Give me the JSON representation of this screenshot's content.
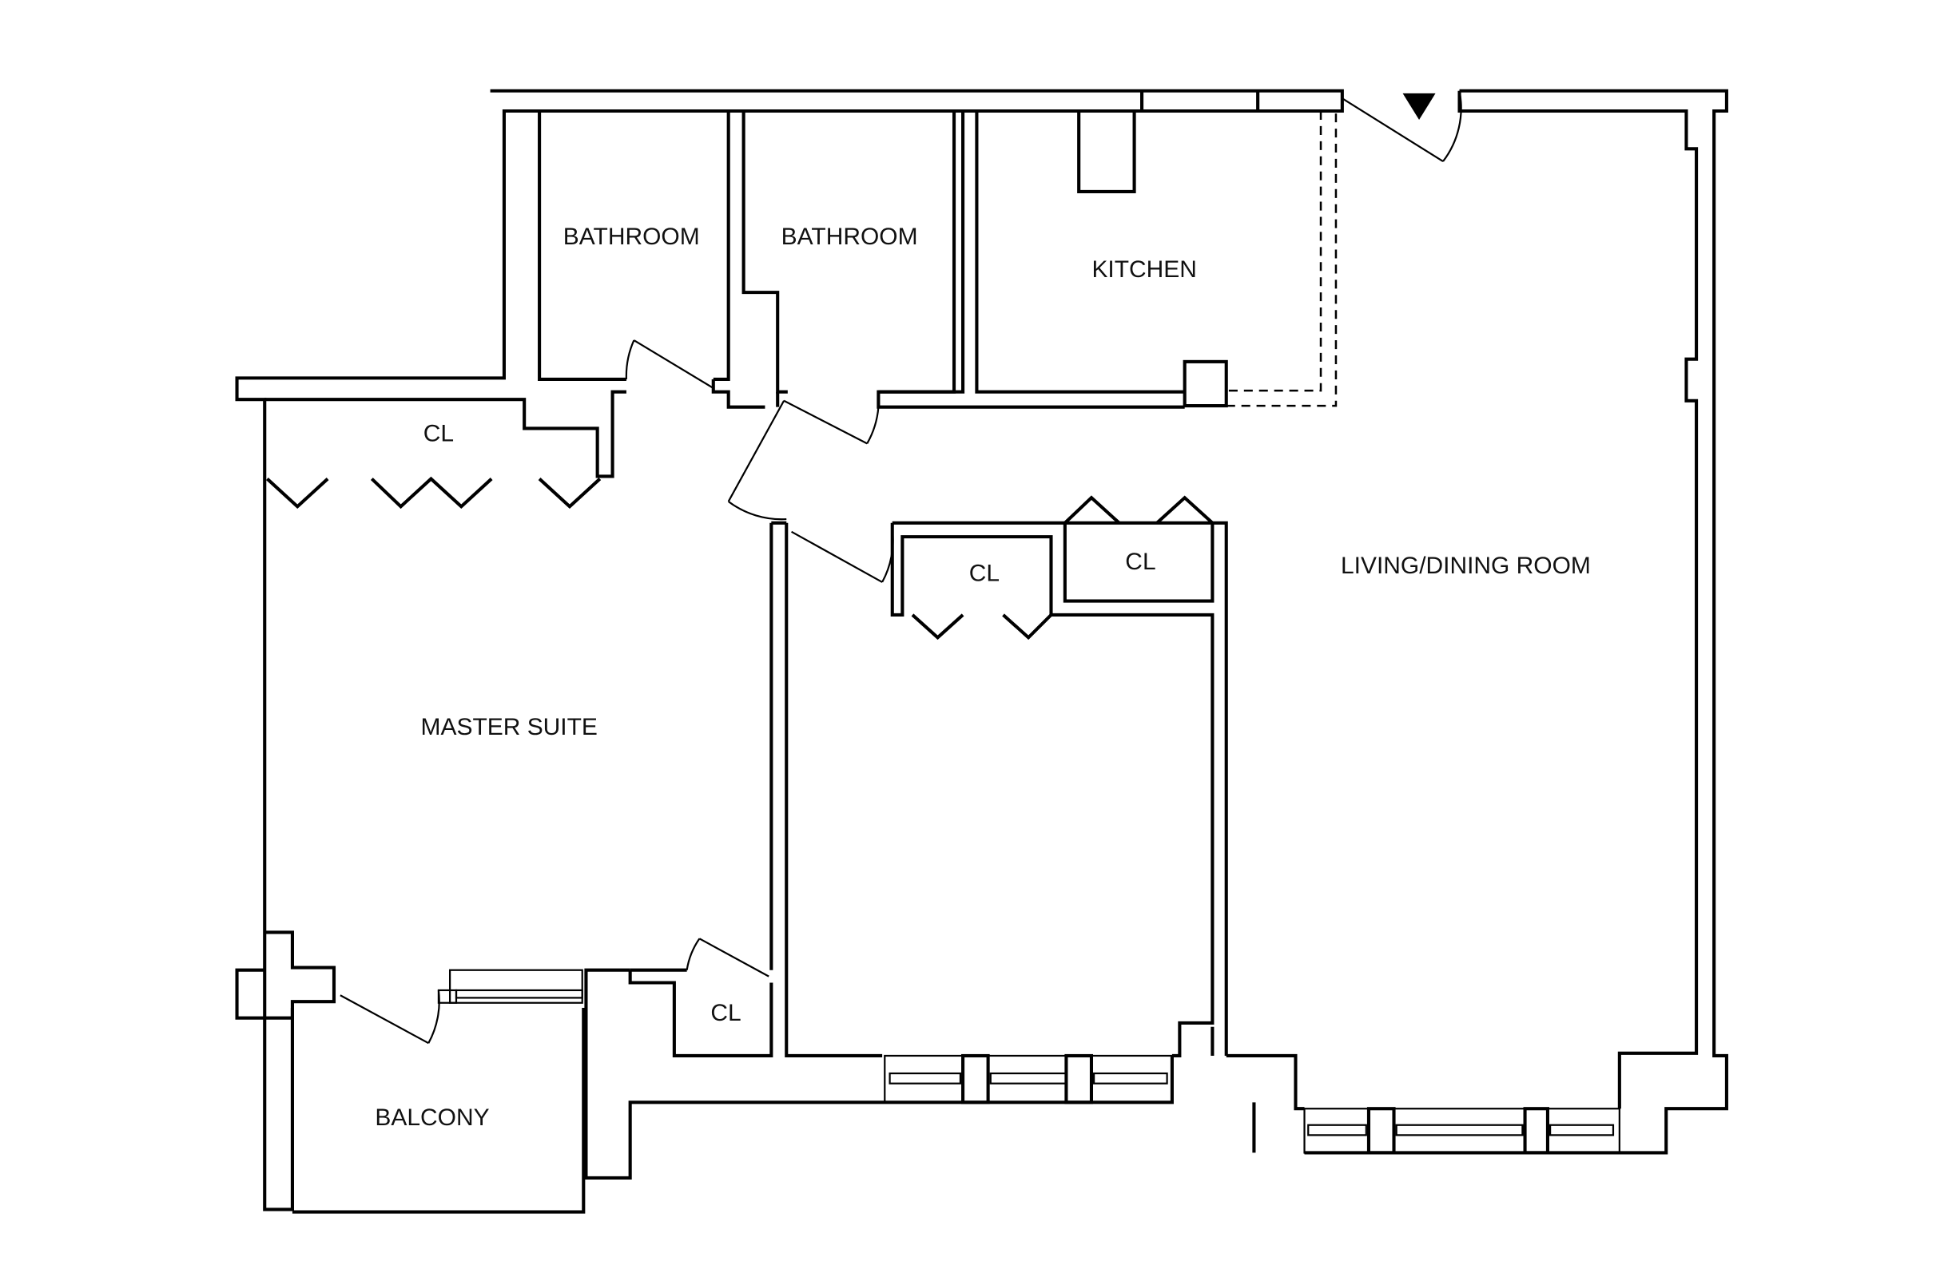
{
  "floor_plan": {
    "rooms": {
      "bathroom_1": "BATHROOM",
      "bathroom_2": "BATHROOM",
      "kitchen": "KITCHEN",
      "closet_master": "CL",
      "closet_hall_1": "CL",
      "closet_hall_2": "CL",
      "living_dining": "LIVING/DINING ROOM",
      "master_suite": "MASTER SUITE",
      "closet_small": "CL",
      "balcony": "BALCONY"
    },
    "entry_marker_icon": "triangle-down",
    "colors": {
      "line": "#000000",
      "background": "#ffffff"
    }
  }
}
